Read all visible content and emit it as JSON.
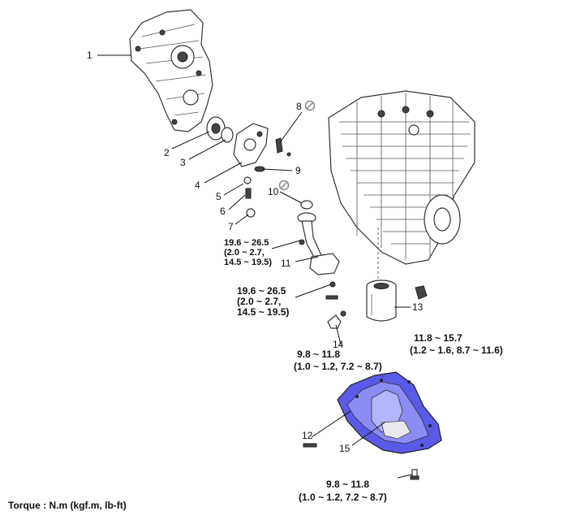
{
  "callouts": {
    "c1": "1",
    "c2": "2",
    "c3": "3",
    "c4": "4",
    "c5": "5",
    "c6": "6",
    "c7": "7",
    "c8": "8",
    "c9": "9",
    "c10": "10",
    "c11": "11",
    "c12": "12",
    "c13": "13",
    "c14": "14",
    "c15": "15"
  },
  "torques": {
    "strainer_upper": [
      "19.6 ~ 26.5",
      "(2.0 ~ 2.7,",
      "14.5 ~ 19.5)"
    ],
    "strainer_lower": [
      "19.6 ~ 26.5",
      "(2.0 ~ 2.7,",
      "14.5 ~ 19.5)"
    ],
    "filter": [
      "11.8 ~ 15.7",
      "(1.2 ~ 1.6, 8.7 ~ 11.6)"
    ],
    "bracket": [
      "9.8 ~ 11.8",
      "(1.0 ~ 1.2, 7.2 ~ 8.7)"
    ],
    "drain": [
      "9.8 ~ 11.8",
      "(1.0 ~ 1.2, 7.2 ~ 8.7)"
    ]
  },
  "footer": "Torque : N.m (kgf.m, lb-ft)",
  "colors": {
    "oil_pan": "#5a5ae8",
    "oil_pan_light": "#9a9aff",
    "outline": "#222222"
  },
  "icons": {
    "no_reuse": "no-reuse-icon"
  }
}
